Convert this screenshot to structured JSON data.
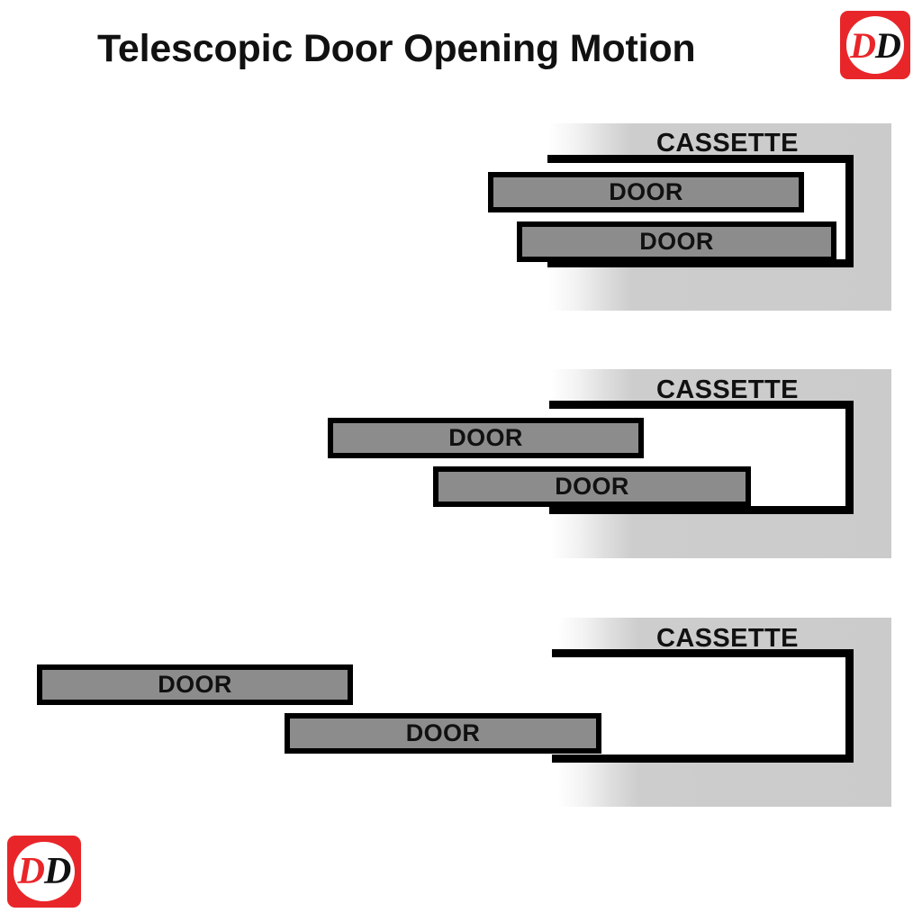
{
  "page": {
    "title": "Telescopic Door Opening Motion",
    "background_color": "#ffffff"
  },
  "logo": {
    "name": "DD",
    "first_letter": "D",
    "second_letter": "D",
    "background_color": "#e8262a",
    "disc_color": "#ffffff",
    "first_letter_color": "#e8262a",
    "second_letter_color": "#111111"
  },
  "colors": {
    "door_fill": "#8c8c8c",
    "outline": "#000000",
    "cassette_fill": "#ffffff",
    "panel_gradient_start": "#ffffff",
    "panel_gradient_end": "#cbcbcb"
  },
  "panels": [
    {
      "id": "stage-closed",
      "cassette_label": "CASSETTE",
      "doors": [
        {
          "label": "DOOR"
        },
        {
          "label": "DOOR"
        }
      ]
    },
    {
      "id": "stage-partial",
      "cassette_label": "CASSETTE",
      "doors": [
        {
          "label": "DOOR"
        },
        {
          "label": "DOOR"
        }
      ]
    },
    {
      "id": "stage-open",
      "cassette_label": "CASSETTE",
      "doors": [
        {
          "label": "DOOR"
        },
        {
          "label": "DOOR"
        }
      ]
    }
  ]
}
